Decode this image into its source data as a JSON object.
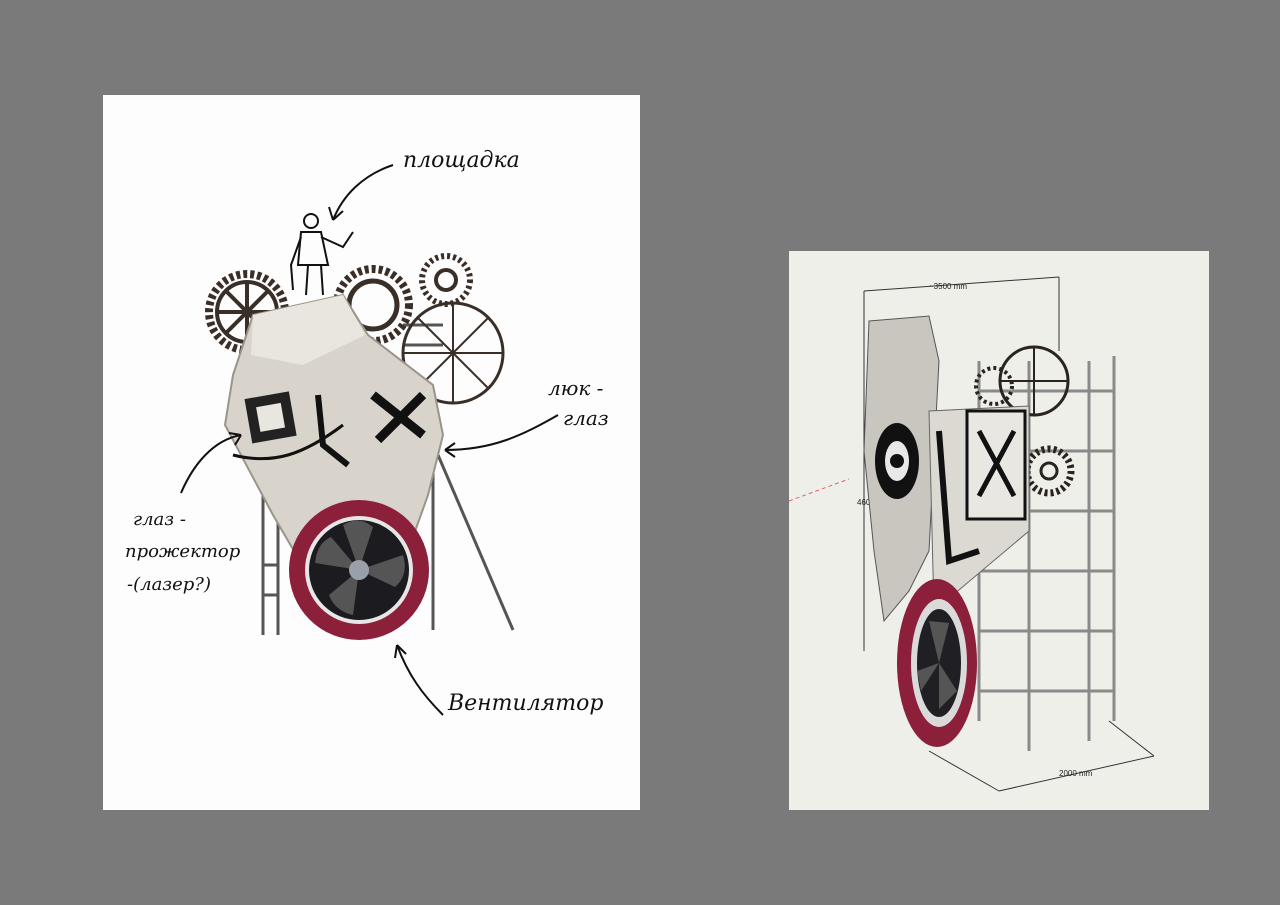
{
  "left_sheet": {
    "labels": {
      "platform": "площадка",
      "hatch_eye": "люк -\nглаз",
      "eye_projector": "глаз -\nпрожектор\n-(лазер?)",
      "fan": "Вентилятор"
    }
  },
  "right_sheet": {
    "dimensions": {
      "width": "~3500 mm",
      "depth": "2000 mm",
      "height": "460"
    }
  },
  "colors": {
    "background": "#7a7a7a",
    "fan_ring": "#8c1f3a",
    "metal": "#3a2f28"
  }
}
